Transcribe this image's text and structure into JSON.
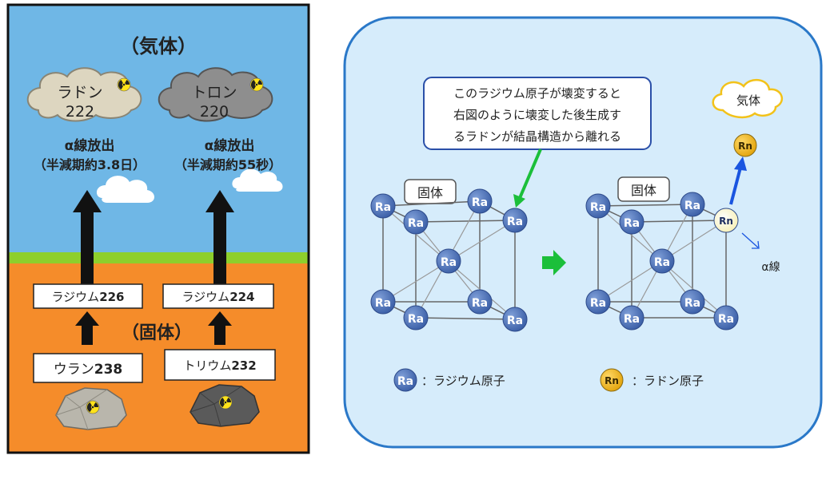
{
  "left_panel": {
    "gas_label": "（気体）",
    "solid_label": "（固体）",
    "radon": {
      "name": "ラドン",
      "mass": "222"
    },
    "thoron": {
      "name": "トロン",
      "mass": "220"
    },
    "radon_emission": {
      "line1": "α線放出",
      "line2": "（半減期約3.8日）"
    },
    "thoron_emission": {
      "line1": "α線放出",
      "line2": "（半減期約55秒）"
    },
    "radium226": {
      "name": "ラジウム",
      "mass": "226"
    },
    "radium224": {
      "name": "ラジウム",
      "mass": "224"
    },
    "uranium238": {
      "name": "ウラン",
      "mass": "238"
    },
    "thorium232": {
      "name": "トリウム",
      "mass": "232"
    },
    "colors": {
      "sky": "#6fb7e6",
      "grass": "#8ecf2c",
      "soil": "#f58c2a",
      "border": "#111111"
    }
  },
  "right_panel": {
    "callout": {
      "line1": "このラジウム原子が壊変すると",
      "line2": "右図のように壊変した後生成す",
      "line3": "るラドンが結晶構造から離れる"
    },
    "solid_label_left": "固体",
    "solid_label_right": "固体",
    "gas_cloud_label": "気体",
    "atom_ra": "Ra",
    "atom_rn": "Rn",
    "alpha_label": "α線",
    "legend_ra_text": "：ラジウム原子",
    "legend_rn_text": "：ラドン原子",
    "colors": {
      "panel_bg": "#d6ecfb",
      "panel_border": "#2a78c8",
      "ra_atom": "#4a6fb5",
      "rn_atom": "#f0b81a",
      "arrow_green": "#1bbf3a",
      "arrow_blue": "#1a55e0"
    }
  }
}
